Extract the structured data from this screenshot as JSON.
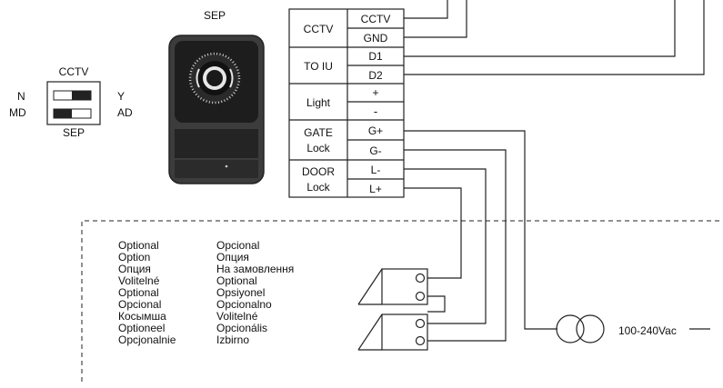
{
  "device": {
    "title": "SEP"
  },
  "dip_switch": {
    "top_label": "CCTV",
    "bottom_label": "SEP",
    "left_top": "N",
    "left_bottom": "MD",
    "right_top": "Y",
    "right_bottom": "AD"
  },
  "terminal_block": {
    "groups": [
      {
        "label_lines": [
          "CCTV"
        ],
        "terminals": [
          "CCTV",
          "GND"
        ]
      },
      {
        "label_lines": [
          "TO IU"
        ],
        "terminals": [
          "D1",
          "D2"
        ]
      },
      {
        "label_lines": [
          "Light"
        ],
        "terminals": [
          "+",
          "-"
        ]
      },
      {
        "label_lines": [
          "GATE",
          "Lock"
        ],
        "terminals": [
          "G+",
          "G-"
        ]
      },
      {
        "label_lines": [
          "DOOR",
          "Lock"
        ],
        "terminals": [
          "L-",
          "L+"
        ]
      }
    ]
  },
  "optional_notes": {
    "column_1": [
      "Optional",
      "Option",
      "Опция",
      "Volitelné",
      "Optional",
      "Opcional",
      "Косымша",
      "Optioneel",
      "Opcjonalnie"
    ],
    "column_2": [
      "Opcional",
      "Опция",
      "На замовлення",
      "Optional",
      "Opsiyonel",
      "Opcionalno",
      "Volitelné",
      "Opcionális",
      "Izbirno"
    ]
  },
  "power_supply": {
    "voltage_label": "100-240Vac"
  },
  "colors": {
    "line": "#222222",
    "background": "#ffffff",
    "device_body": "#3a3a3a",
    "device_face": "#1c1c1c"
  },
  "icons": [
    "door-camera-station",
    "dip-switch",
    "electric-lock",
    "transformer"
  ]
}
